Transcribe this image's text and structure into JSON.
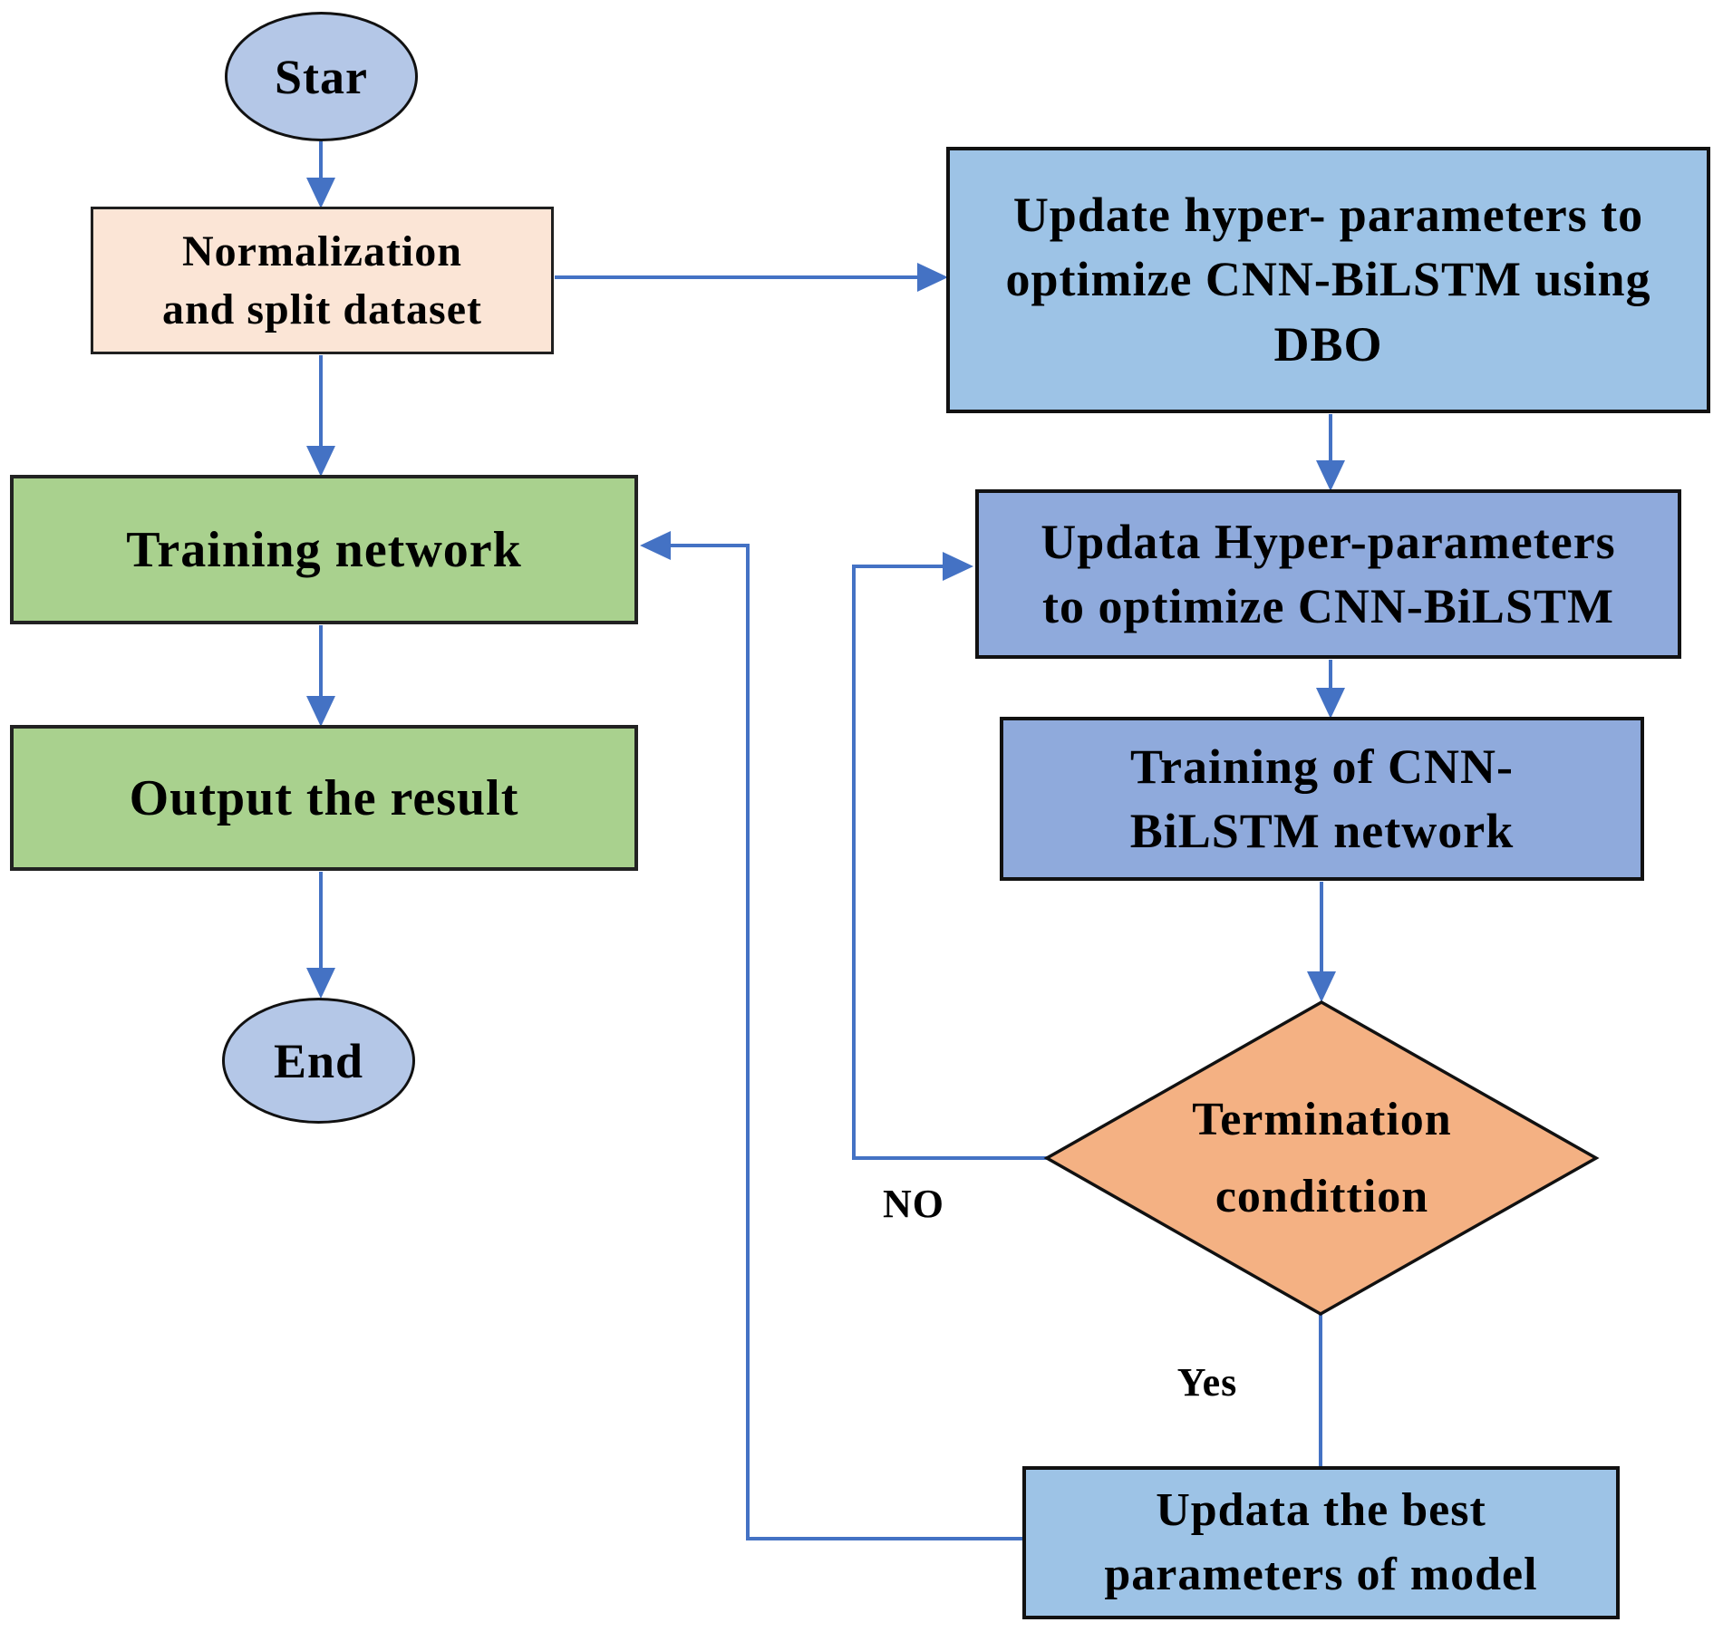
{
  "canvas": {
    "background": "#ffffff"
  },
  "palette": {
    "terminal_fill": "#b4c7e7",
    "normalize_fill": "#fbe5d6",
    "green_process_fill": "#a9d18e",
    "lightblue_process_fill": "#9dc3e6",
    "blue_process_fill": "#8faadc",
    "decision_fill": "#f4b183",
    "connector_blue": "#4472c4",
    "shape_border": "#111111",
    "text": "#000000"
  },
  "nodes": {
    "start": {
      "shape": "ellipse",
      "label": "Star"
    },
    "normalize": {
      "shape": "rect",
      "lines": [
        "Normalization",
        "and split dataset"
      ]
    },
    "training_network": {
      "shape": "rect",
      "label": "Training network"
    },
    "output_result": {
      "shape": "rect",
      "label": "Output the result"
    },
    "end": {
      "shape": "ellipse",
      "label": "End"
    },
    "update_dbo": {
      "shape": "rect",
      "lines": [
        "Update hyper- parameters to",
        "optimize CNN-BiLSTM using",
        "DBO"
      ]
    },
    "update_hyper": {
      "shape": "rect",
      "lines": [
        "Updata Hyper-parameters",
        "to optimize CNN-BiLSTM"
      ]
    },
    "training_cnn": {
      "shape": "rect",
      "lines": [
        "Training of CNN-",
        "BiLSTM network"
      ]
    },
    "termination": {
      "shape": "diamond",
      "lines": [
        "Termination",
        "condittion"
      ]
    },
    "update_best": {
      "shape": "rect",
      "lines": [
        "Updata the best",
        "parameters of model"
      ]
    }
  },
  "edge_labels": {
    "no": "NO",
    "yes": "Yes"
  }
}
